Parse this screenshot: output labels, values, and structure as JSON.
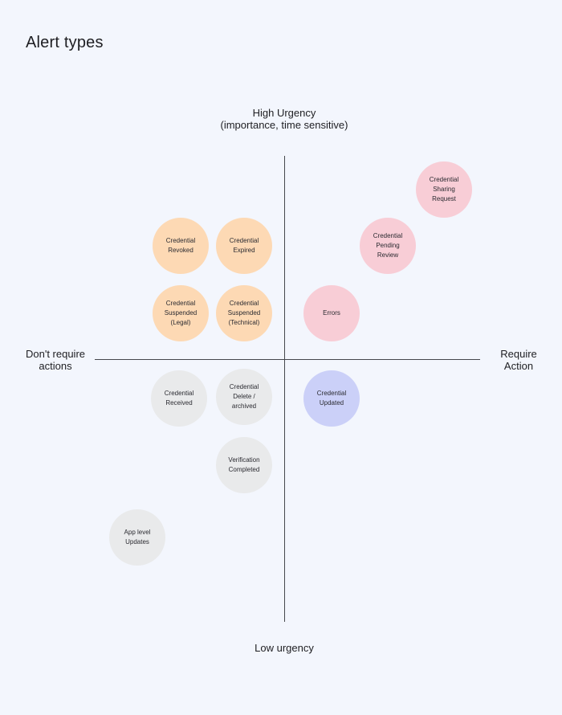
{
  "title": "Alert types",
  "axes": {
    "top": [
      "High Urgency",
      "(importance, time sensitive)"
    ],
    "bottom": [
      "Low urgency"
    ],
    "left": [
      "Don't require",
      "actions"
    ],
    "right": [
      "Require",
      "Action"
    ]
  },
  "colors": {
    "orange": "#fdd9b4",
    "pink": "#f8cdd6",
    "gray": "#e9eaeb",
    "blue": "#cbd0f8",
    "background": "#f3f6fd",
    "axis": "#45474d"
  },
  "bubbles": [
    {
      "id": "credential-revoked",
      "lines": [
        "Credential",
        "Revoked"
      ],
      "color": "orange"
    },
    {
      "id": "credential-expired",
      "lines": [
        "Credential",
        "Expired"
      ],
      "color": "orange"
    },
    {
      "id": "credential-suspended-legal",
      "lines": [
        "Credential",
        "Suspended",
        "(Legal)"
      ],
      "color": "orange"
    },
    {
      "id": "credential-suspended-technical",
      "lines": [
        "Credential",
        "Suspended",
        "(Technical)"
      ],
      "color": "orange"
    },
    {
      "id": "credential-sharing-request",
      "lines": [
        "Credential",
        "Sharing",
        "Request"
      ],
      "color": "pink"
    },
    {
      "id": "credential-pending-review",
      "lines": [
        "Credential",
        "Pending",
        "Review"
      ],
      "color": "pink"
    },
    {
      "id": "errors",
      "lines": [
        "Errors"
      ],
      "color": "pink"
    },
    {
      "id": "credential-received",
      "lines": [
        "Credential",
        "Received"
      ],
      "color": "gray"
    },
    {
      "id": "credential-delete-archived",
      "lines": [
        "Credential",
        "Delete /",
        "archived"
      ],
      "color": "gray"
    },
    {
      "id": "credential-updated",
      "lines": [
        "Credential",
        "Updated"
      ],
      "color": "blue"
    },
    {
      "id": "verification-completed",
      "lines": [
        "Verification",
        "Completed"
      ],
      "color": "gray"
    },
    {
      "id": "app-level-updates",
      "lines": [
        "App level",
        "Updates"
      ],
      "color": "gray"
    }
  ]
}
